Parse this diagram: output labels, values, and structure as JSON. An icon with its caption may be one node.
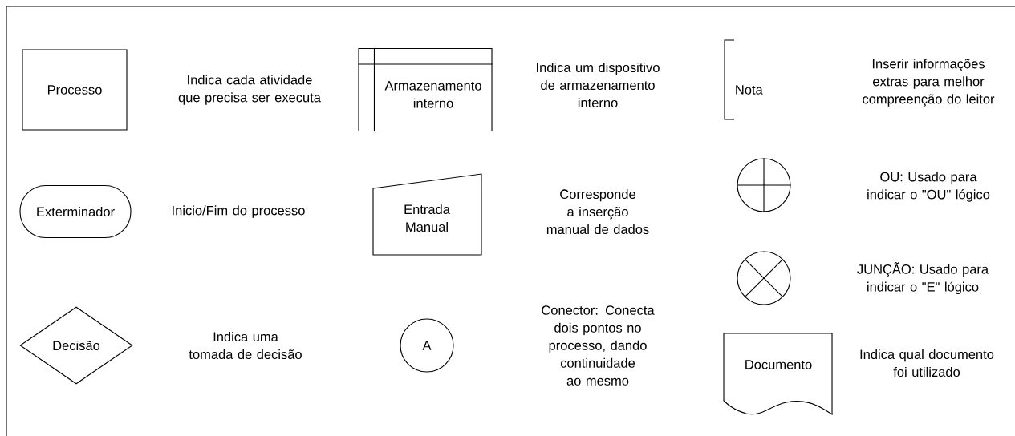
{
  "diagram": {
    "nodes": [
      {
        "text": [
          "Processo"
        ]
      },
      {
        "text": [
          "Armazenamento interno"
        ]
      },
      {
        "text": [
          "Nota"
        ]
      },
      {
        "text": [
          "Exterminador"
        ]
      },
      {
        "text": [
          "Entrada Manual"
        ]
      },
      {
        "text": [],
        "shape": "circle"
      },
      {
        "text": [],
        "shape": "circle"
      },
      {
        "text": [
          "Decisão"
        ]
      },
      {
        "text": [
          "A"
        ]
      },
      {
        "text": [
          "Documento"
        ]
      }
    ],
    "labels": [
      "Indica cada atividade que precisa ser executa",
      "Indica um dispositivo de armazenamento interno",
      "Inserir informações extras para melhor compreenção do leitor",
      "Inicio/Fim do processo",
      "Corresponde a inserção manual de dados",
      "OU: Usado para indicar o \"OU\" lógico",
      "JUNÇÃO: Usado para indicar o \"E\" lógico",
      "Indica uma tomada de decisão",
      "Conector: Conecta dois pontos no processo, dando continuidade ao mesmo",
      "Indica qual documento foi utilizado"
    ]
  }
}
